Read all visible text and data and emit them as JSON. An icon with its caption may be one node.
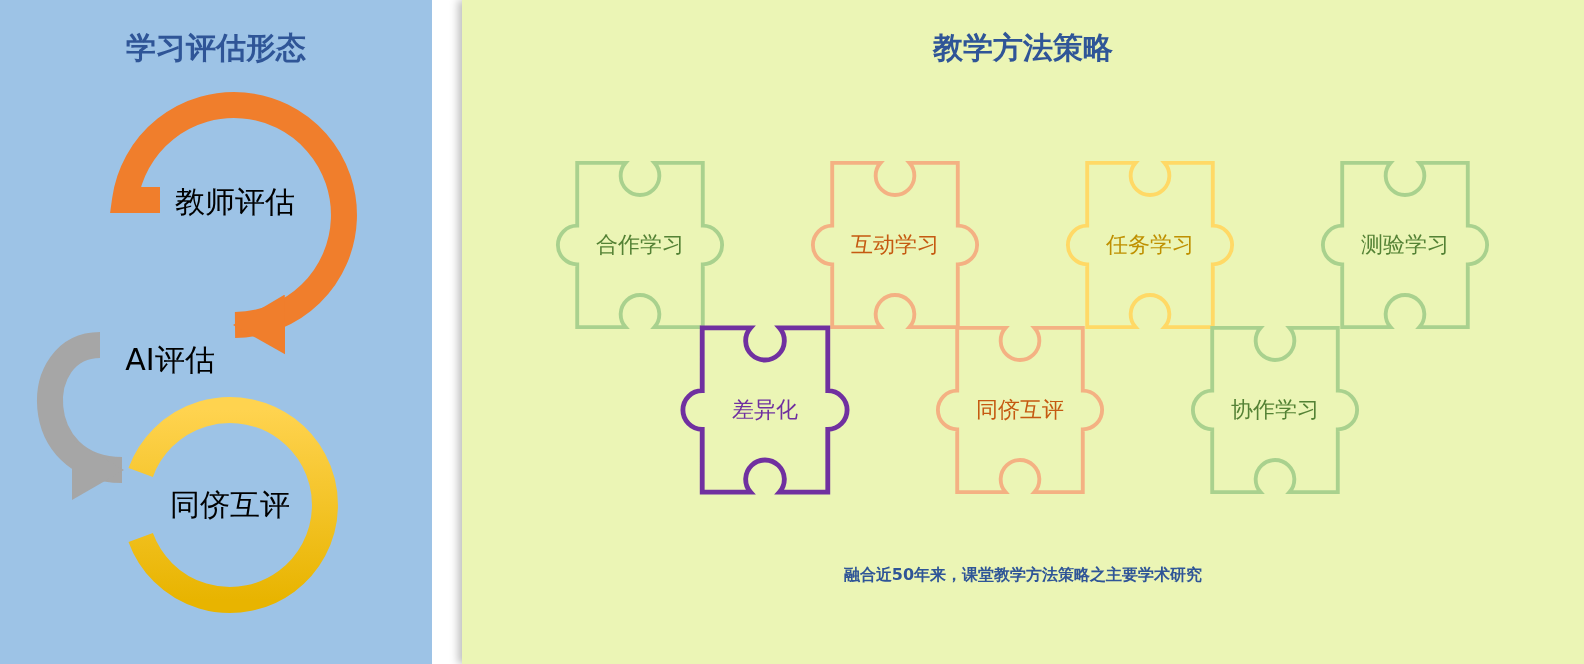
{
  "diagram": {
    "nodes": [
      {
        "text": [
          "学习评估形态"
        ]
      },
      {
        "text": [
          "教师评估"
        ],
        "in": 0
      },
      {
        "text": [
          "AI评估"
        ],
        "in": 0
      },
      {
        "text": [
          "同侪互评"
        ],
        "in": 0
      },
      {
        "text": [
          "教学方法策略",
          "融合近50年来，课堂教学方法策略之主要学术研究"
        ]
      },
      {
        "text": [
          "合作学习"
        ],
        "in": 4
      },
      {
        "text": [
          "互动学习"
        ],
        "in": 4
      },
      {
        "text": [
          "任务学习"
        ],
        "in": 4
      },
      {
        "text": [
          "测验学习"
        ],
        "in": 4
      },
      {
        "text": [
          "差异化"
        ],
        "in": 4
      },
      {
        "text": [
          "同侪互评"
        ],
        "in": 4
      },
      {
        "text": [
          "协作学习"
        ],
        "in": 4
      }
    ],
    "edges": [
      {
        "from": 1,
        "to": 2,
        "arrow": "to",
        "color": "#f07e2c"
      },
      {
        "from": 2,
        "to": 3,
        "arrow": "to",
        "color": "#a6a6a6"
      }
    ]
  }
}
